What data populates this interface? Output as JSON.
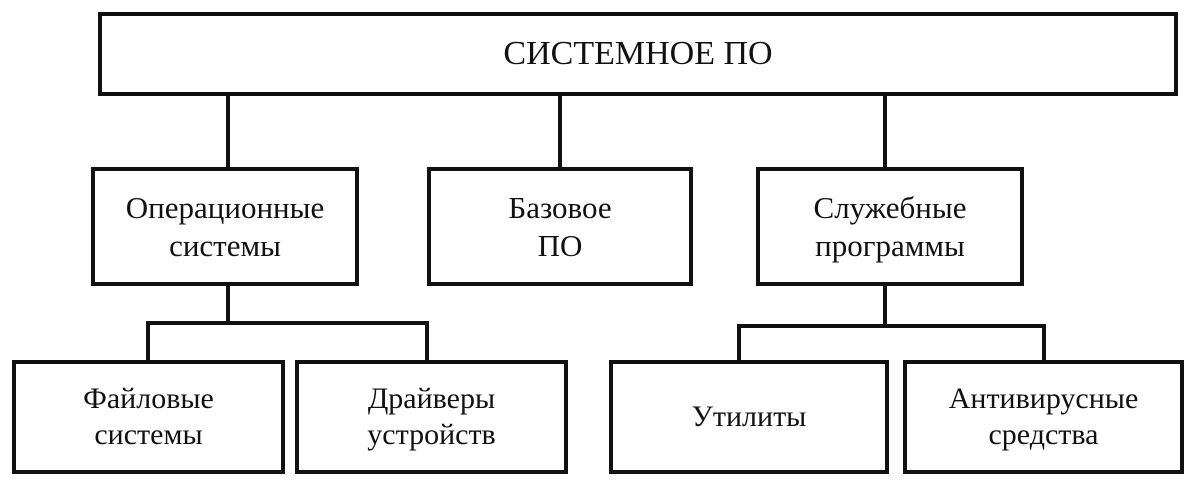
{
  "diagram": {
    "root": {
      "label": "СИСТЕМНОЕ ПО"
    },
    "categories": [
      {
        "line1": "Операционные",
        "line2": "системы",
        "children": [
          {
            "line1": "Файловые",
            "line2": "системы"
          },
          {
            "line1": "Драйверы",
            "line2": "устройств"
          }
        ]
      },
      {
        "line1": "Базовое",
        "line2": "ПО",
        "children": []
      },
      {
        "line1": "Служебные",
        "line2": "программы",
        "children": [
          {
            "line1": "Утилиты",
            "line2": ""
          },
          {
            "line1": "Антивирусные",
            "line2": "средства"
          }
        ]
      }
    ]
  },
  "colors": {
    "stroke": "#111111",
    "background": "#ffffff",
    "text": "#111111"
  }
}
